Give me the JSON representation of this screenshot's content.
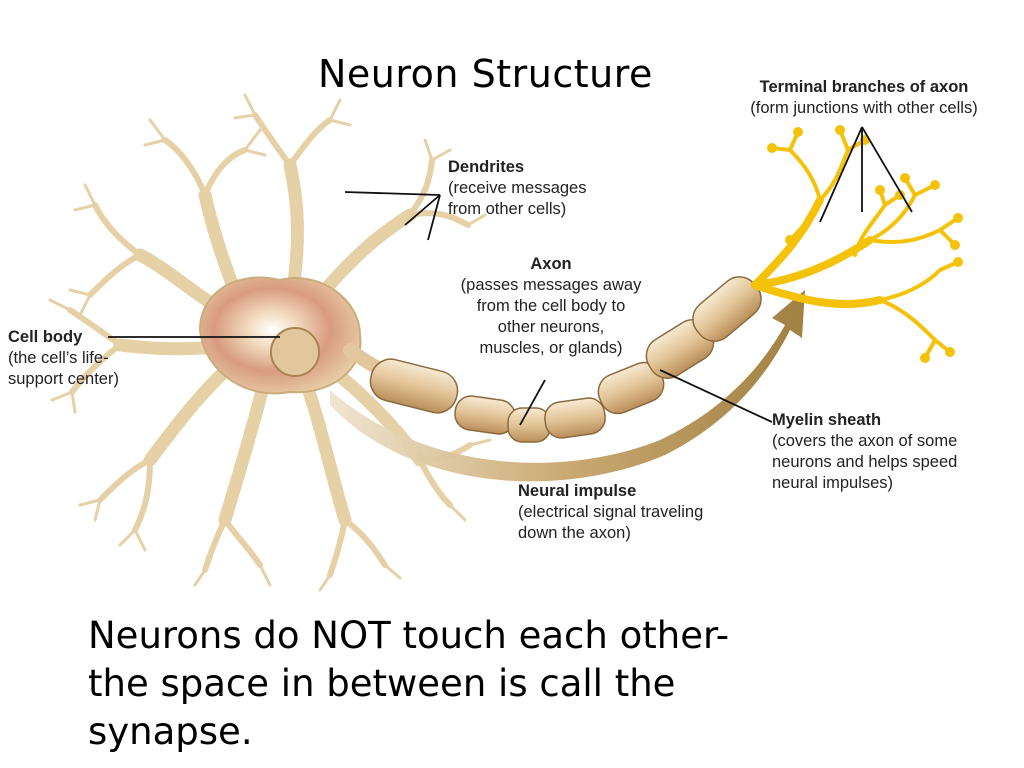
{
  "title": "Neuron Structure",
  "labels": {
    "terminal": {
      "title": "Terminal branches of axon",
      "desc": "(form junctions with other cells)"
    },
    "dendrites": {
      "title": "Dendrites",
      "desc1": "(receive messages",
      "desc2": "from other cells)"
    },
    "axon": {
      "title": "Axon",
      "desc1": "(passes messages away",
      "desc2": "from the cell body to",
      "desc3": "other neurons,",
      "desc4": "muscles, or glands)"
    },
    "cell_body": {
      "title": "Cell body",
      "desc1": "(the cell’s life-",
      "desc2": "support center)"
    },
    "myelin": {
      "title": "Myelin sheath",
      "desc1": "(covers the axon of some",
      "desc2": "neurons and helps speed",
      "desc3": "neural impulses)"
    },
    "impulse": {
      "title": "Neural impulse",
      "desc1": "(electrical signal traveling",
      "desc2": "down the axon)"
    }
  },
  "caption": {
    "line1": "Neurons do NOT touch each other-",
    "line2": "the space in between is call the",
    "line3": "synapse."
  },
  "colors": {
    "neuron": "#e9d4ac",
    "neuron_edge": "#b59a6a",
    "terminal": "#f5c20a",
    "impulse_arrow": "#a07c3a",
    "nucleus": "#d9b98a"
  }
}
